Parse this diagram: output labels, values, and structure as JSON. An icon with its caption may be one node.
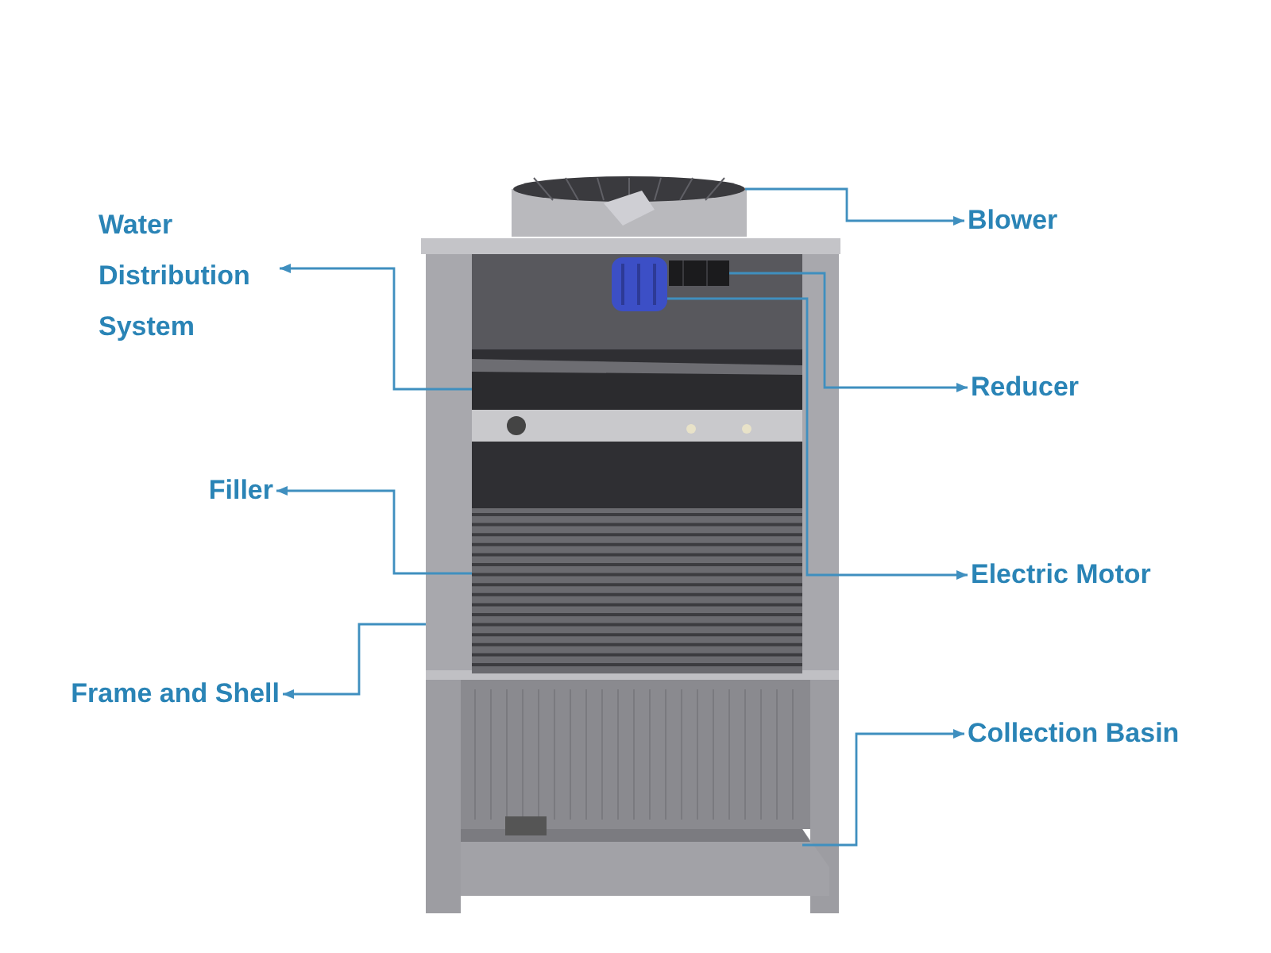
{
  "diagram": {
    "nodes": [
      {
        "text": [
          "Water Distribution System"
        ]
      },
      {
        "text": [
          "Blower"
        ]
      },
      {
        "text": [
          "Reducer"
        ]
      },
      {
        "text": [
          "Filler"
        ]
      },
      {
        "text": [
          "Electric Motor"
        ]
      },
      {
        "text": [
          "Frame and Shell"
        ]
      },
      {
        "text": [
          "Collection Basin"
        ]
      },
      {
        "text": [],
        "shape": "picture",
        "in": 12
      },
      {
        "text": [],
        "shape": "picture"
      },
      {
        "text": [],
        "shape": "picture",
        "in": 12
      },
      {
        "text": [],
        "shape": "picture",
        "in": 12
      },
      {
        "text": [],
        "shape": "picture",
        "in": 12
      },
      {
        "text": [],
        "shape": "picture"
      },
      {
        "text": [],
        "shape": "picture",
        "in": 12
      }
    ],
    "edges": [
      {
        "from": 7,
        "to": 0,
        "arrow": "to"
      },
      {
        "from": 8,
        "to": 1,
        "arrow": "to"
      },
      {
        "from": 9,
        "to": 2,
        "arrow": "to"
      },
      {
        "from": 10,
        "to": 3,
        "arrow": "to"
      },
      {
        "from": 11,
        "to": 4,
        "arrow": "to"
      },
      {
        "from": 12,
        "to": 5,
        "arrow": "to"
      },
      {
        "from": 13,
        "to": 6,
        "arrow": "to"
      }
    ]
  }
}
